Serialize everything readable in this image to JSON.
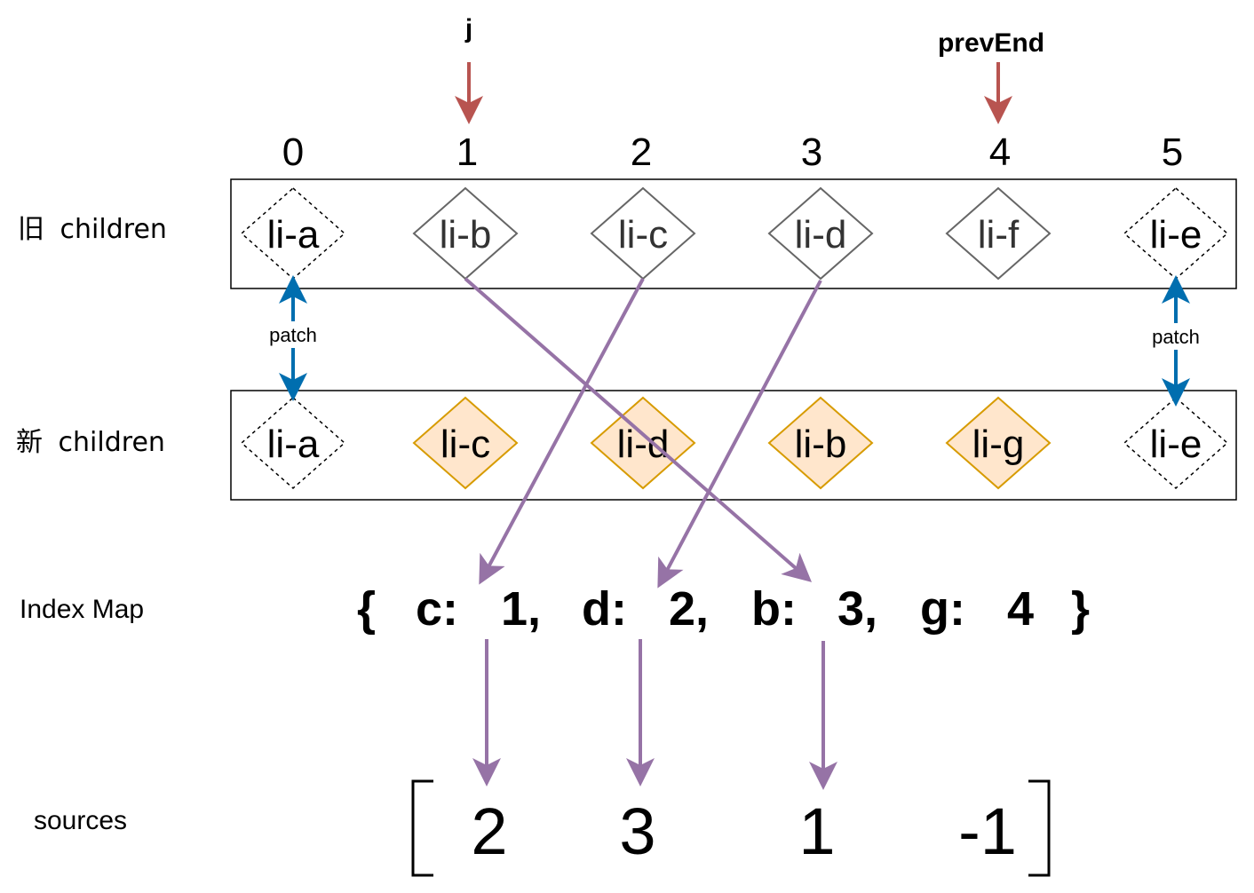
{
  "pointers": {
    "j": "j",
    "prev_end": "prevEnd"
  },
  "indices": [
    "0",
    "1",
    "2",
    "3",
    "4",
    "5"
  ],
  "rows": {
    "old": {
      "label_cn": "旧",
      "label": "children"
    },
    "new": {
      "label_cn": "新",
      "label": "children"
    }
  },
  "old_children": [
    {
      "label": "li-a",
      "style": "dashed"
    },
    {
      "label": "li-b",
      "style": "solid"
    },
    {
      "label": "li-c",
      "style": "solid"
    },
    {
      "label": "li-d",
      "style": "solid"
    },
    {
      "label": "li-f",
      "style": "solid"
    },
    {
      "label": "li-e",
      "style": "dashed"
    }
  ],
  "new_children": [
    {
      "label": "li-a",
      "style": "dashed"
    },
    {
      "label": "li-c",
      "style": "highlight"
    },
    {
      "label": "li-d",
      "style": "highlight"
    },
    {
      "label": "li-b",
      "style": "highlight"
    },
    {
      "label": "li-g",
      "style": "highlight"
    },
    {
      "label": "li-e",
      "style": "dashed"
    }
  ],
  "patch_label": "patch",
  "index_map": {
    "label": "Index Map",
    "open": "{",
    "close": "}",
    "entries": [
      {
        "key": "c:",
        "value": "1,"
      },
      {
        "key": "d:",
        "value": "2,"
      },
      {
        "key": "b:",
        "value": "3,"
      },
      {
        "key": "g:",
        "value": "4"
      }
    ]
  },
  "sources": {
    "label": "sources",
    "values": [
      "2",
      "3",
      "1",
      "-1"
    ]
  },
  "colors": {
    "pointer_arrow": "#b85450",
    "patch_arrow": "#006eaf",
    "mapping_arrow": "#9673a6",
    "node_stroke": "#666666",
    "highlight_fill": "#ffe6cc",
    "highlight_stroke": "#d79b00",
    "text": "#000000",
    "node_text": "#333333"
  }
}
